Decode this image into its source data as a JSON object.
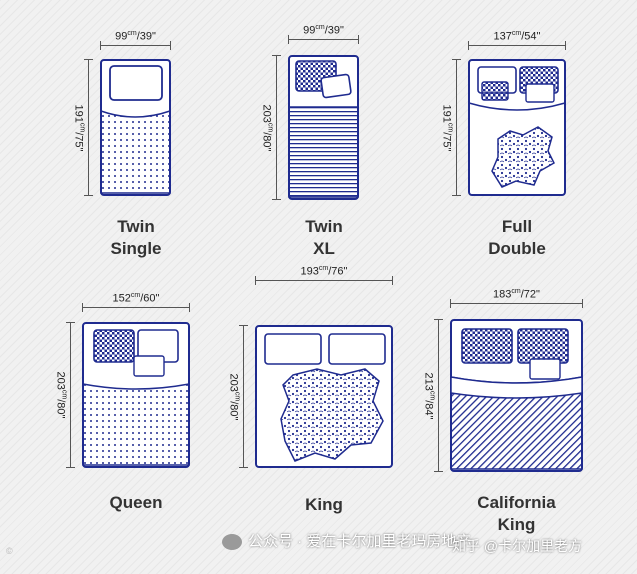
{
  "beds": [
    {
      "width_label": "99",
      "width_unit": "cm",
      "width_in": "/39\"",
      "length_label": "191",
      "length_unit": "cm",
      "length_in": "/75\"",
      "name_line1": "Twin",
      "name_line2": "Single",
      "pillows": 1,
      "cover": "dots"
    },
    {
      "width_label": "99",
      "width_unit": "cm",
      "width_in": "/39\"",
      "length_label": "203",
      "length_unit": "cm",
      "length_in": "/80\"",
      "name_line1": "Twin",
      "name_line2": "XL",
      "pillows": 1,
      "cover": "stripes"
    },
    {
      "width_label": "137",
      "width_unit": "cm",
      "width_in": "/54\"",
      "length_label": "191",
      "length_unit": "cm",
      "length_in": "/75\"",
      "name_line1": "Full",
      "name_line2": "Double",
      "pillows": 2,
      "cover": "blanket"
    },
    {
      "width_label": "152",
      "width_unit": "cm",
      "width_in": "/60\"",
      "length_label": "203",
      "length_unit": "cm",
      "length_in": "/80\"",
      "name_line1": "Queen",
      "name_line2": "",
      "pillows": 2,
      "cover": "dots"
    },
    {
      "width_label": "193",
      "width_unit": "cm",
      "width_in": "/76\"",
      "length_label": "203",
      "length_unit": "cm",
      "length_in": "/80\"",
      "name_line1": "King",
      "name_line2": "",
      "pillows": 2,
      "cover": "blanket"
    },
    {
      "width_label": "183",
      "width_unit": "cm",
      "width_in": "/72\"",
      "length_label": "213",
      "length_unit": "cm",
      "length_in": "/84\"",
      "name_line1": "California",
      "name_line2": "King",
      "pillows": 2,
      "cover": "diag"
    }
  ],
  "watermark": "公众号 · 爱在卡尔加里老玛房地产",
  "watermark2": "知乎 @卡尔加里老方",
  "colors": {
    "navy": "#1f2b8f",
    "pillow_fill": "#ffffff",
    "bg": "#f1f1f1"
  }
}
